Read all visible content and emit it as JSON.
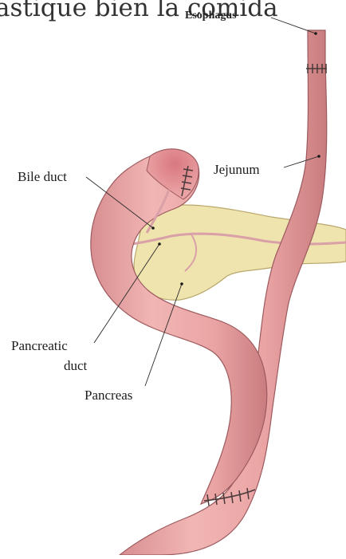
{
  "caption": "astique bien la comida",
  "labels": {
    "esophagus": "Esophagus",
    "jejunum": "Jejunum",
    "bile_duct": "Bile duct",
    "pancreatic_duct_line1": "Pancreatic",
    "pancreatic_duct_line2": "duct",
    "pancreas": "Pancreas"
  },
  "colors": {
    "intestine": "#e9a3a3",
    "intestine_shade": "#c97c7e",
    "intestine_outline": "#9c5a5e",
    "pancreas": "#efe3ae",
    "pancreas_outline": "#b9a86c",
    "duct": "#d9a0a8",
    "suture": "#4a3a3a"
  }
}
